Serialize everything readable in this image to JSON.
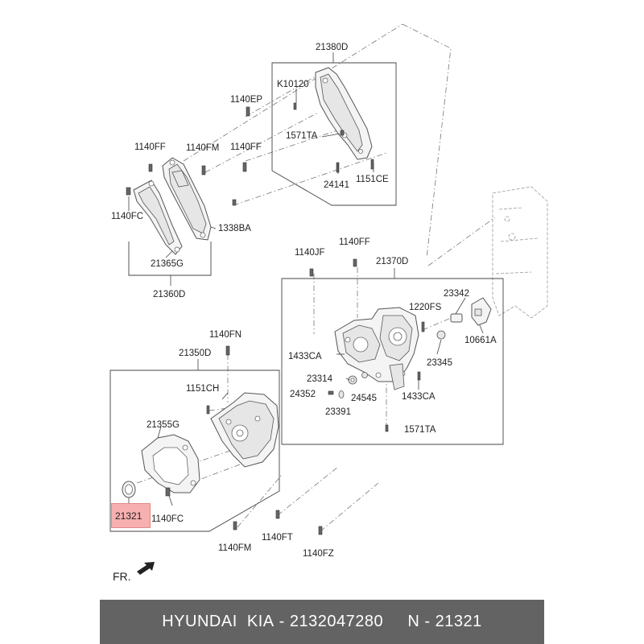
{
  "callouts": {
    "c21380D": "21380D",
    "cK10120": "K10120",
    "c1140EP": "1140EP",
    "c1571TA_top": "1571TA",
    "c1140FF_a": "1140FF",
    "c1140FM_a": "1140FM",
    "c1140FF_b": "1140FF",
    "c24141": "24141",
    "c1151CE": "1151CE",
    "c1140FC_a": "1140FC",
    "c1338BA": "1338BA",
    "c21365G": "21365G",
    "c21360D": "21360D",
    "c1140JF": "1140JF",
    "c1140FF_c": "1140FF",
    "c21370D": "21370D",
    "c23342": "23342",
    "c1220FS": "1220FS",
    "c10661A": "10661A",
    "c1433CA_a": "1433CA",
    "c23345": "23345",
    "c23314": "23314",
    "c24352": "24352",
    "c24545": "24545",
    "c1433CA_b": "1433CA",
    "c23391": "23391",
    "c1571TA_bot": "1571TA",
    "c1140FN": "1140FN",
    "c21350D": "21350D",
    "c1151CH": "1151CH",
    "c21355G": "21355G",
    "c21321": "21321",
    "c1140FC_b": "1140FC",
    "c1140FT": "1140FT",
    "c1140FM_b": "1140FM",
    "c1140FZ": "1140FZ"
  },
  "orientation_label": "FR.",
  "footer": {
    "brand": "HYUNDAI  KIA",
    "part_number": "2132047280",
    "ref": "N - 21321"
  }
}
